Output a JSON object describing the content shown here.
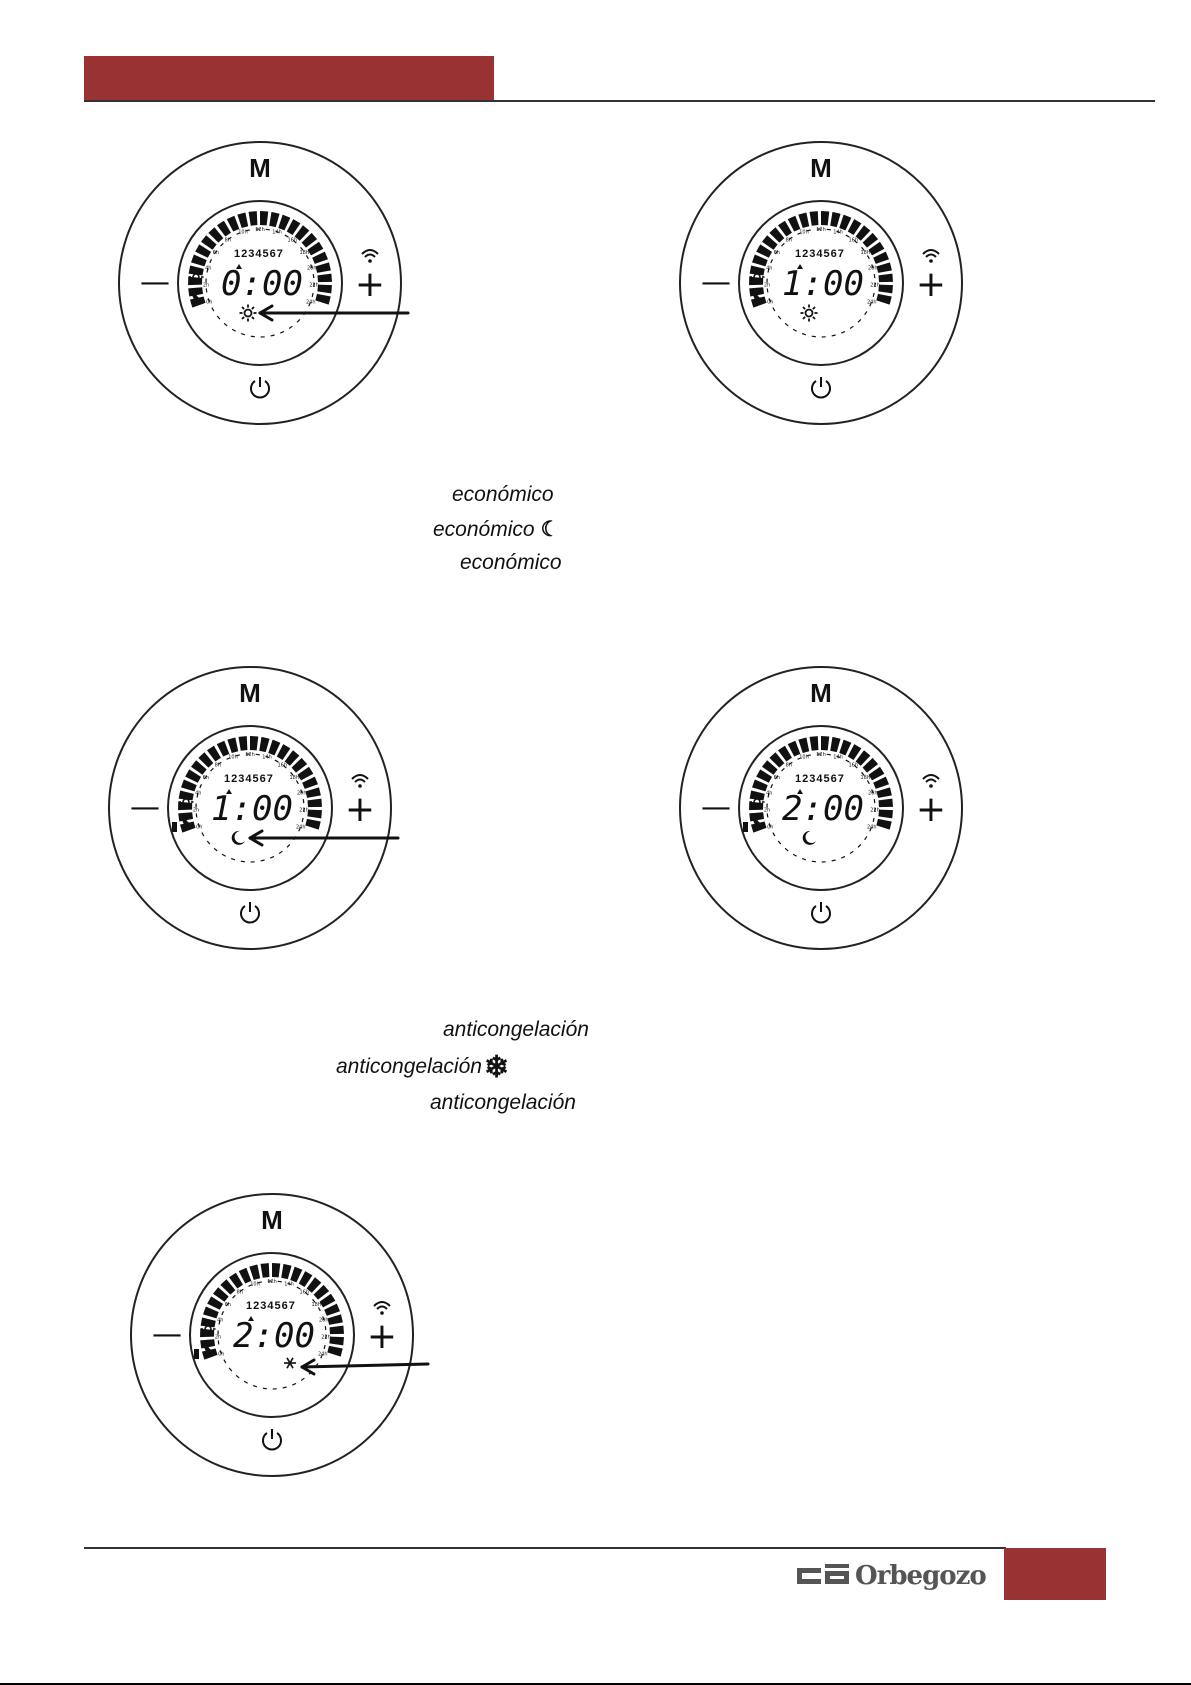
{
  "brand": {
    "logo_text": "Orbegozo",
    "colors": {
      "accent": "#993333",
      "ink": "#111111"
    }
  },
  "diagrams": [
    {
      "mode_key": "M",
      "display_time": "0:00",
      "day_digits": "1234567",
      "mode_icon": "sun-icon",
      "arrow": true
    },
    {
      "mode_key": "M",
      "display_time": "1:00",
      "day_digits": "1234567",
      "mode_icon": "sun-icon",
      "arrow": false
    },
    {
      "mode_key": "M",
      "display_time": "1:00",
      "day_digits": "1234567",
      "mode_icon": "moon-icon",
      "arrow": true
    },
    {
      "mode_key": "M",
      "display_time": "2:00",
      "day_digits": "1234567",
      "mode_icon": "moon-icon",
      "arrow": false
    },
    {
      "mode_key": "M",
      "display_time": "2:00",
      "day_digits": "1234567",
      "mode_icon": "snowflake-icon",
      "arrow": true
    }
  ],
  "dial_hours": [
    "0h",
    "2h",
    "4h",
    "6h",
    "8h",
    "10h",
    "12h",
    "14h",
    "16h",
    "18h",
    "20h",
    "22h",
    "24h"
  ],
  "buttons": {
    "minus": "—",
    "plus": "+"
  },
  "labels": {
    "eco_1": "económico",
    "eco_2": "económico",
    "eco_2_symbol": "☾",
    "eco_3": "económico",
    "anti_1": "anticongelación",
    "anti_2": "anticongelación",
    "anti_2_symbol": "❄",
    "anti_3": "anticongelación"
  }
}
